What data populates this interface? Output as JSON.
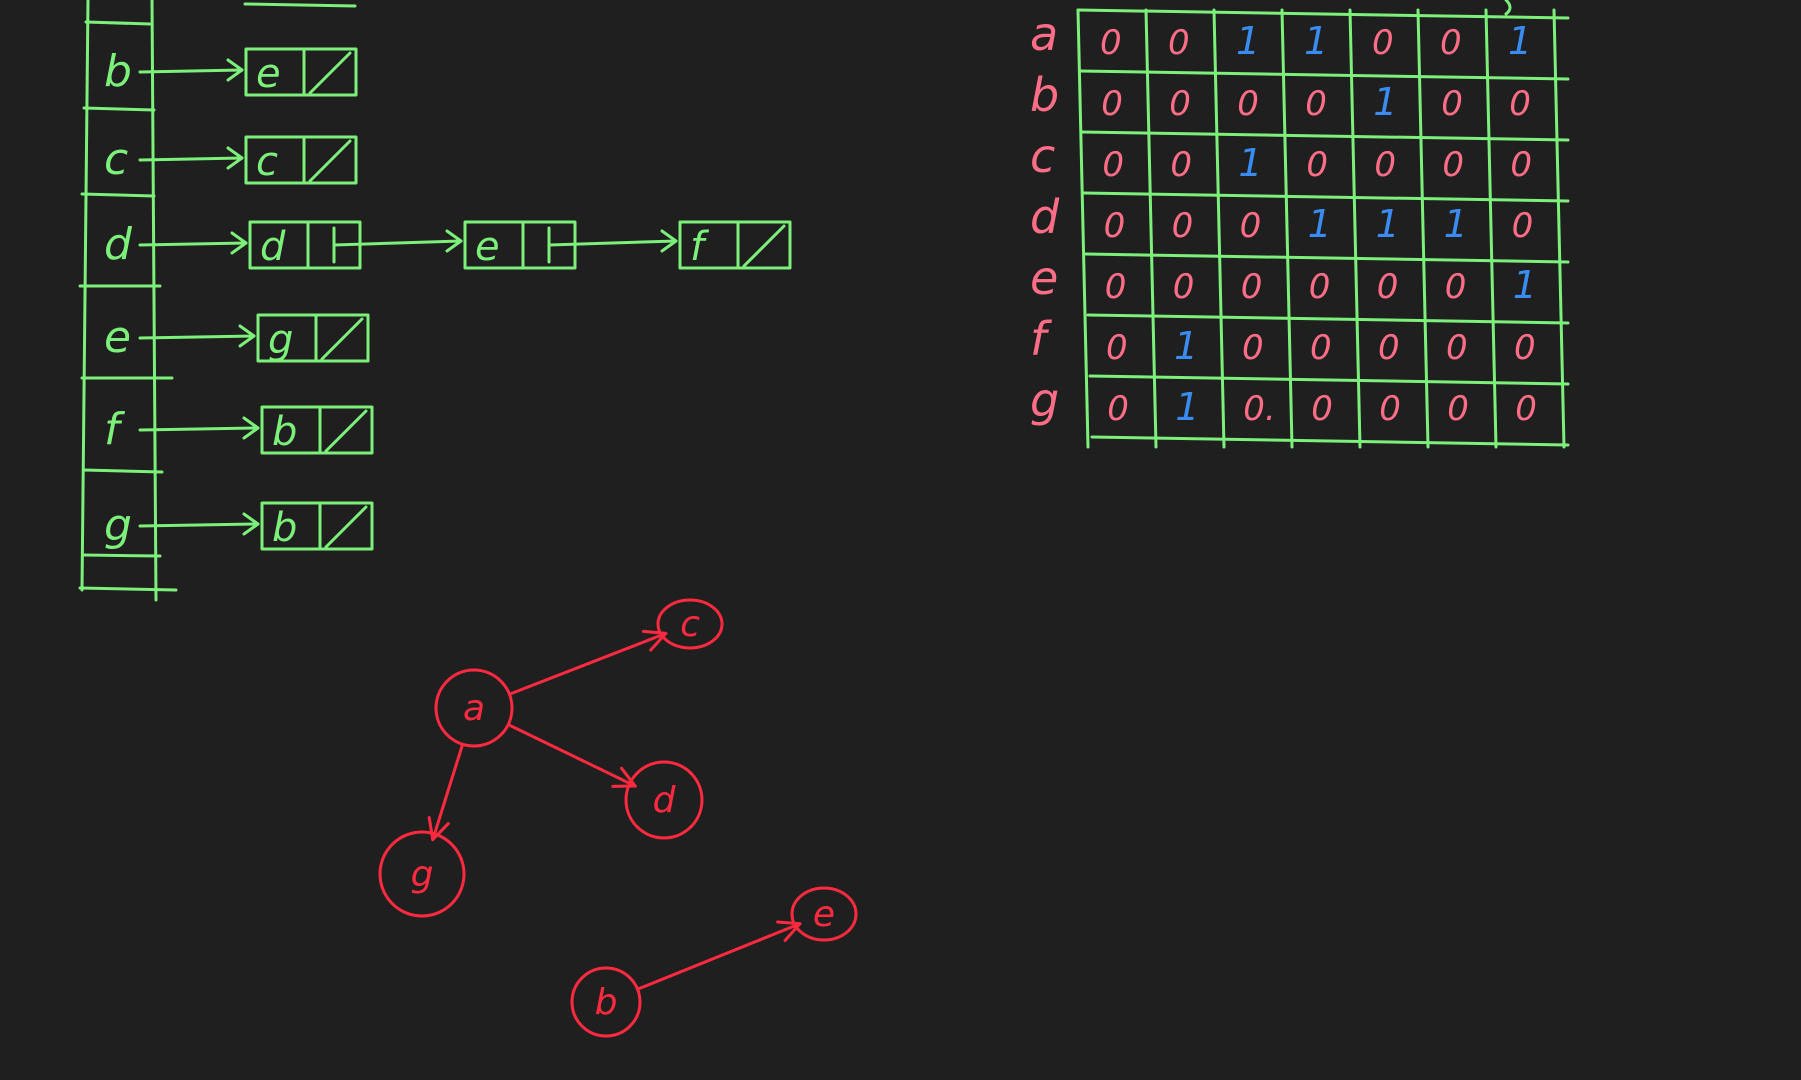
{
  "adjacency_list": {
    "vertices": [
      "b",
      "c",
      "d",
      "e",
      "f",
      "g"
    ],
    "lists": [
      [
        "e"
      ],
      [
        "c"
      ],
      [
        "d",
        "e",
        "f"
      ],
      [
        "g"
      ],
      [
        "b"
      ],
      [
        "b"
      ]
    ]
  },
  "adjacency_matrix": {
    "row_labels": [
      "a",
      "b",
      "c",
      "d",
      "e",
      "f",
      "g"
    ],
    "rows": [
      [
        "0",
        "0",
        "1",
        "1",
        "0",
        "0",
        "1"
      ],
      [
        "0",
        "0",
        "0",
        "0",
        "1",
        "0",
        "0"
      ],
      [
        "0",
        "0",
        "1",
        "0",
        "0",
        "0",
        "0"
      ],
      [
        "0",
        "0",
        "0",
        "1",
        "1",
        "1",
        "0"
      ],
      [
        "0",
        "0",
        "0",
        "0",
        "0",
        "0",
        "1"
      ],
      [
        "0",
        "1",
        "0",
        "0",
        "0",
        "0",
        "0"
      ],
      [
        "0",
        "1",
        "0.",
        "0",
        "0",
        "0",
        "0"
      ]
    ],
    "colors": {
      "zero": "#ff6e86",
      "one": "#3a8cf2"
    }
  },
  "graph": {
    "nodes": [
      {
        "id": "a",
        "label": "a"
      },
      {
        "id": "c",
        "label": "c"
      },
      {
        "id": "d",
        "label": "d"
      },
      {
        "id": "g",
        "label": "g"
      },
      {
        "id": "b",
        "label": "b"
      },
      {
        "id": "e",
        "label": "e"
      }
    ],
    "edges": [
      {
        "from": "a",
        "to": "c"
      },
      {
        "from": "a",
        "to": "d"
      },
      {
        "from": "a",
        "to": "g"
      },
      {
        "from": "b",
        "to": "e"
      }
    ]
  },
  "colors": {
    "background": "#1f1f1f",
    "chalk_green": "#7cf07a",
    "chalk_red": "#ff2a3f"
  }
}
